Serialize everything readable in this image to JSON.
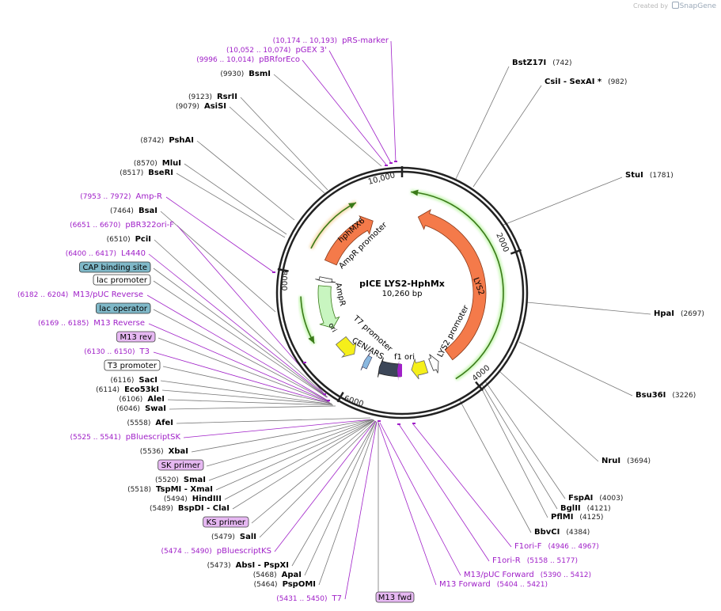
{
  "credit": {
    "prefix": "Created by",
    "brand": "SnapGene"
  },
  "plasmid": {
    "name": "pICE LYS2-HphMx",
    "size": "10,260 bp"
  },
  "ticks": [
    {
      "label": "10,000"
    },
    {
      "label": "2000"
    },
    {
      "label": "4000"
    },
    {
      "label": "6000"
    },
    {
      "label": "8000"
    }
  ],
  "features": [
    {
      "label": "LYS2"
    },
    {
      "label": "LYS2 promoter"
    },
    {
      "label": "f1 ori"
    },
    {
      "label": "CEN/ARS"
    },
    {
      "label": "T7 promoter"
    },
    {
      "label": "ori"
    },
    {
      "label": "AmpR"
    },
    {
      "label": "AmpR promoter"
    },
    {
      "label": "hphMX6"
    }
  ],
  "right_labels": [
    {
      "pos": "(742)",
      "name": "BstZ17I"
    },
    {
      "pos": "(982)",
      "name": "CsiI - SexAI *"
    },
    {
      "pos": "(1781)",
      "name": "StuI"
    },
    {
      "pos": "(2697)",
      "name": "HpaI"
    },
    {
      "pos": "(3226)",
      "name": "Bsu36I"
    },
    {
      "pos": "(3694)",
      "name": "NruI"
    },
    {
      "pos": "(4003)",
      "name": "FspAI"
    },
    {
      "pos": "(4121)",
      "name": "BglII"
    },
    {
      "pos": "(4125)",
      "name": "PflMI"
    },
    {
      "pos": "(4384)",
      "name": "BbvCI"
    },
    {
      "pos": "(4946 .. 4967)",
      "name": "F1ori-F"
    },
    {
      "pos": "(5158 .. 5177)",
      "name": "F1ori-R"
    },
    {
      "pos": "(5390 .. 5412)",
      "name": "M13/pUC Forward"
    },
    {
      "pos": "(5404 .. 5421)",
      "name": "M13 Forward"
    }
  ],
  "left_labels": [
    {
      "pos": "(10,174 .. 10,193)",
      "name": "pRS-marker"
    },
    {
      "pos": "(10,052 .. 10,074)",
      "name": "pGEX 3'"
    },
    {
      "pos": "(9996 .. 10,014)",
      "name": "pBRforEco"
    },
    {
      "pos": "(9930)",
      "name": "BsmI"
    },
    {
      "pos": "(9123)",
      "name": "RsrII"
    },
    {
      "pos": "(9079)",
      "name": "AsiSI"
    },
    {
      "pos": "(8742)",
      "name": "PshAI"
    },
    {
      "pos": "(8570)",
      "name": "MluI"
    },
    {
      "pos": "(8517)",
      "name": "BseRI"
    },
    {
      "pos": "(7953 .. 7972)",
      "name": "Amp-R"
    },
    {
      "pos": "(7464)",
      "name": "BsaI"
    },
    {
      "pos": "(6651 .. 6670)",
      "name": "pBR322ori-F"
    },
    {
      "pos": "(6510)",
      "name": "PciI"
    },
    {
      "pos": "(6400 .. 6417)",
      "name": "L4440"
    },
    {
      "pos": "",
      "name": "CAP binding site"
    },
    {
      "pos": "",
      "name": "lac promoter"
    },
    {
      "pos": "(6182 .. 6204)",
      "name": "M13/pUC Reverse"
    },
    {
      "pos": "",
      "name": "lac operator"
    },
    {
      "pos": "(6169 .. 6185)",
      "name": "M13 Reverse"
    },
    {
      "pos": "",
      "name": "M13 rev"
    },
    {
      "pos": "(6130 .. 6150)",
      "name": "T3"
    },
    {
      "pos": "",
      "name": "T3 promoter"
    },
    {
      "pos": "(6116)",
      "name": "SacI"
    },
    {
      "pos": "(6114)",
      "name": "Eco53kI"
    },
    {
      "pos": "(6106)",
      "name": "AleI"
    },
    {
      "pos": "(6046)",
      "name": "SwaI"
    },
    {
      "pos": "(5558)",
      "name": "AfeI"
    },
    {
      "pos": "(5525 .. 5541)",
      "name": "pBluescriptSK"
    },
    {
      "pos": "(5536)",
      "name": "XbaI"
    },
    {
      "pos": "",
      "name": "SK primer"
    },
    {
      "pos": "(5520)",
      "name": "SmaI"
    },
    {
      "pos": "(5518)",
      "name": "TspMI - XmaI"
    },
    {
      "pos": "(5494)",
      "name": "HindIII"
    },
    {
      "pos": "(5489)",
      "name": "BspDI - ClaI"
    },
    {
      "pos": "",
      "name": "KS primer"
    },
    {
      "pos": "(5479)",
      "name": "SalI"
    },
    {
      "pos": "(5474 .. 5490)",
      "name": "pBluescriptKS"
    },
    {
      "pos": "(5473)",
      "name": "AbsI - PspXI"
    },
    {
      "pos": "(5468)",
      "name": "ApaI"
    },
    {
      "pos": "(5464)",
      "name": "PspOMI"
    },
    {
      "pos": "(5431 .. 5450)",
      "name": "T7"
    }
  ],
  "bottom_label": {
    "name": "M13 fwd"
  },
  "colors": {
    "enzyme": "#000000",
    "primer": "#a020c8",
    "primer_box": "#e6b8f2",
    "feature_box": "#7fb8c8",
    "orange": "#f47a4a",
    "yellow": "#f5ef1a",
    "dark": "#3c4658",
    "green": "#3a8a1a"
  }
}
